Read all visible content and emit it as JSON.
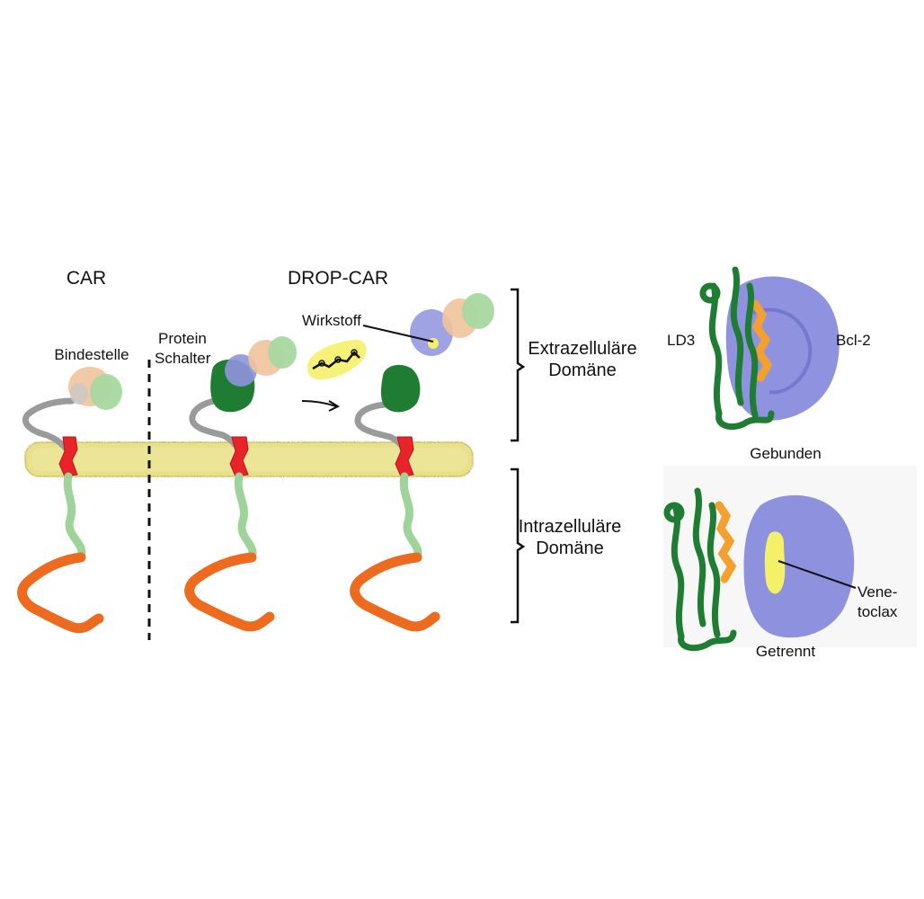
{
  "labels": {
    "car": "CAR",
    "drop_car": "DROP-CAR",
    "bindestelle": "Bindestelle",
    "protein": "Protein",
    "schalter": "Schalter",
    "wirkstoff": "Wirkstoff",
    "extra_1": "Extrazelluläre",
    "extra_2": "Domäne",
    "intra_1": "Intrazelluläre",
    "intra_2": "Domäne",
    "ld3": "LD3",
    "bcl2": "Bcl-2",
    "gebunden": "Gebunden",
    "getrennt": "Getrennt",
    "vene_1": "Vene-",
    "vene_2": "toclax"
  },
  "colors": {
    "membrane": "#e8e08a",
    "tm_helix": "#e8232a",
    "linker": "#9a9a9a",
    "intra_light": "#9ed49a",
    "intra_dark": "#ec6b1e",
    "binder_peach": "#f0c39a",
    "binder_green": "#a8d8a0",
    "ld3_green": "#1f7d33",
    "bcl2_purple": "#7b7fd8",
    "drug_yellow": "#f4f06a",
    "peptide_orange": "#f3a030"
  }
}
